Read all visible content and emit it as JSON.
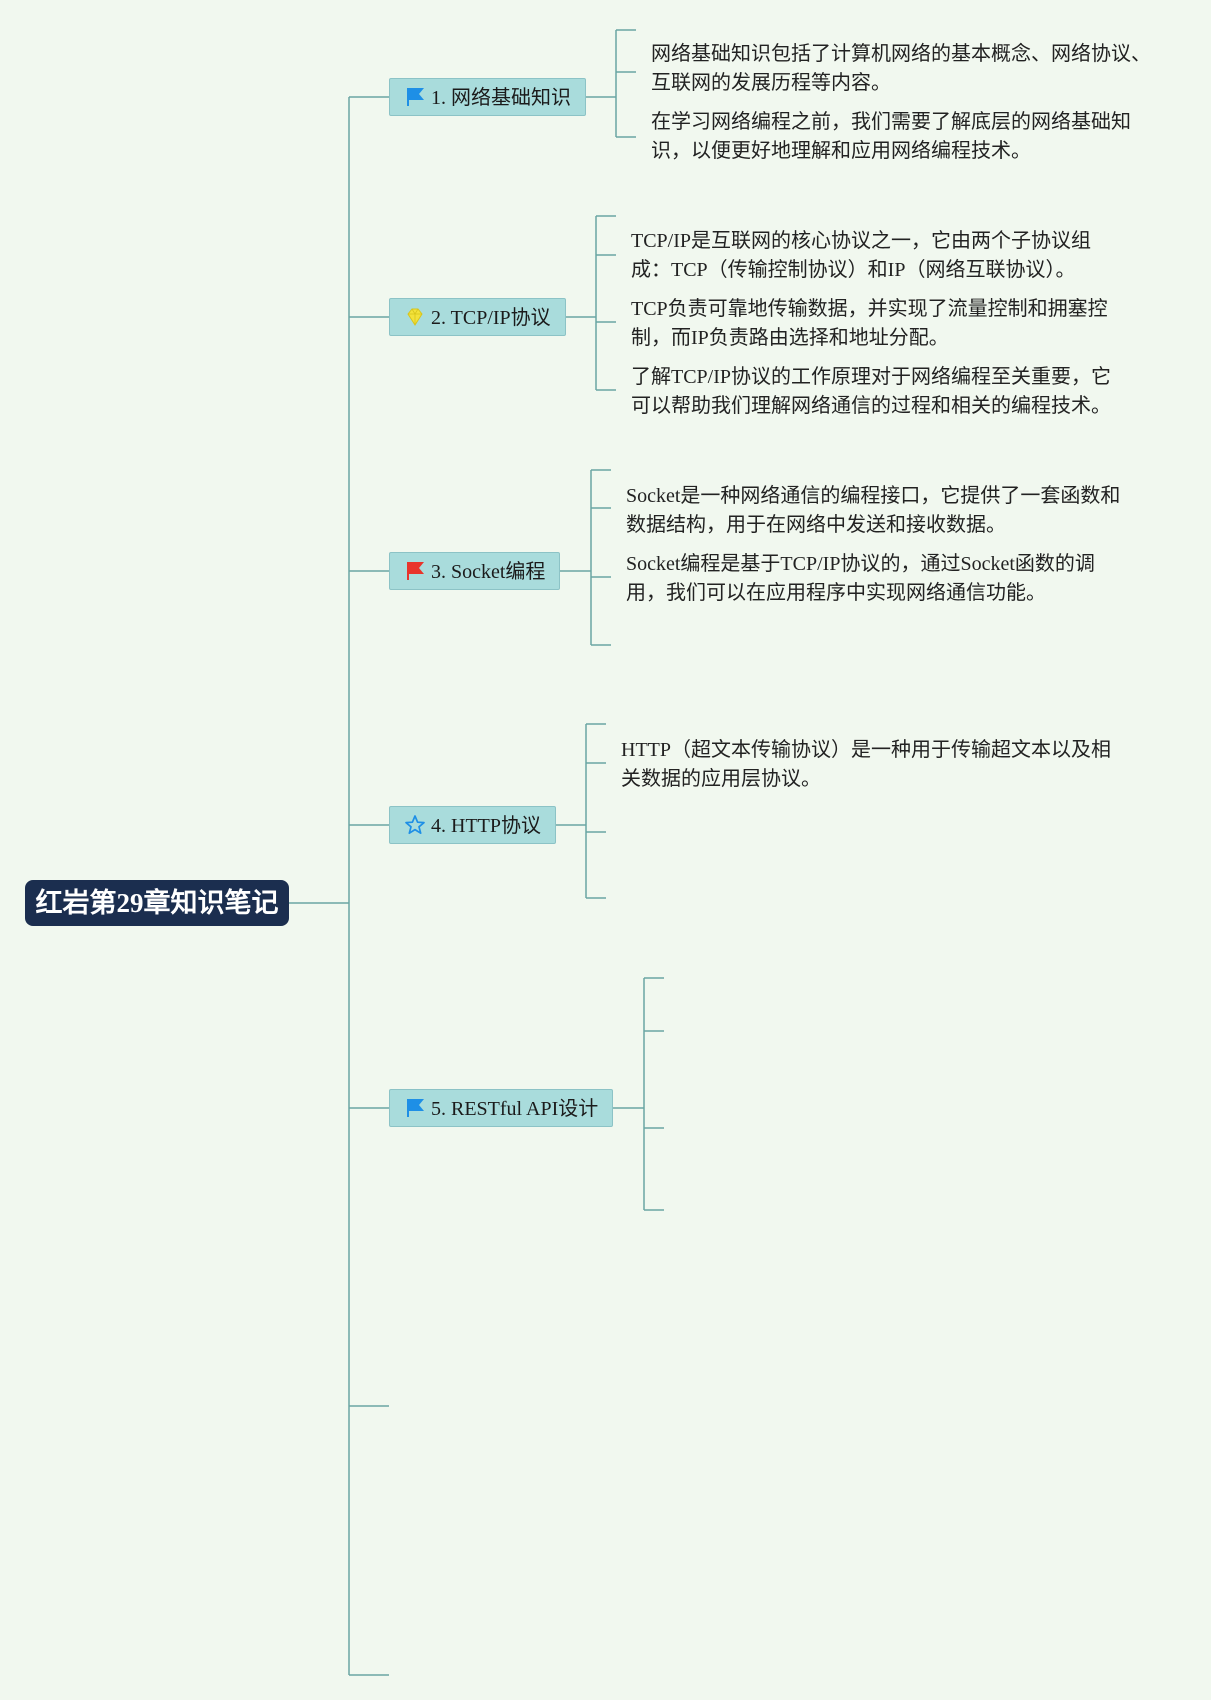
{
  "root": {
    "label": "红岩第29章知识笔记"
  },
  "topics": [
    {
      "label": "1. 网络基础知识",
      "icon": "blue-flag-icon",
      "notes": [
        "网络基础知识包括了计算机网络的基本概念、网络协议、互联网的发展历程等内容。",
        "在学习网络编程之前，我们需要了解底层的网络基础知识，以便更好地理解和应用网络编程技术。"
      ]
    },
    {
      "label": "2. TCP/IP协议",
      "icon": "yellow-diamond-icon",
      "notes": [
        "TCP/IP是互联网的核心协议之一，它由两个子协议组成：TCP（传输控制协议）和IP（网络互联协议）。",
        "TCP负责可靠地传输数据，并实现了流量控制和拥塞控制，而IP负责路由选择和地址分配。",
        "了解TCP/IP协议的工作原理对于网络编程至关重要，它可以帮助我们理解网络通信的过程和相关的编程技术。"
      ]
    },
    {
      "label": "3. Socket编程",
      "icon": "red-flag-icon",
      "notes": [
        "Socket是一种网络通信的编程接口，它提供了一套函数和数据结构，用于在网络中发送和接收数据。",
        "Socket编程是基于TCP/IP协议的，通过Socket函数的调用，我们可以在应用程序中实现网络通信功能。"
      ]
    },
    {
      "label": "4. HTTP协议",
      "icon": "blue-star-icon",
      "notes": [
        "HTTP（超文本传输协议）是一种用于传输超文本以及相关数据的应用层协议。"
      ]
    },
    {
      "label": "5. RESTful API设计",
      "icon": "blue-flag-icon",
      "notes": []
    }
  ],
  "colors": {
    "background": "#f1f8ef",
    "root_fill": "#1b2e4f",
    "topic_fill": "#a9dcdc",
    "line": "#6aa6a3",
    "blue_flag": "#1e8fe6",
    "red_flag": "#e8342b",
    "yellow_diamond": "#f3e23a"
  }
}
